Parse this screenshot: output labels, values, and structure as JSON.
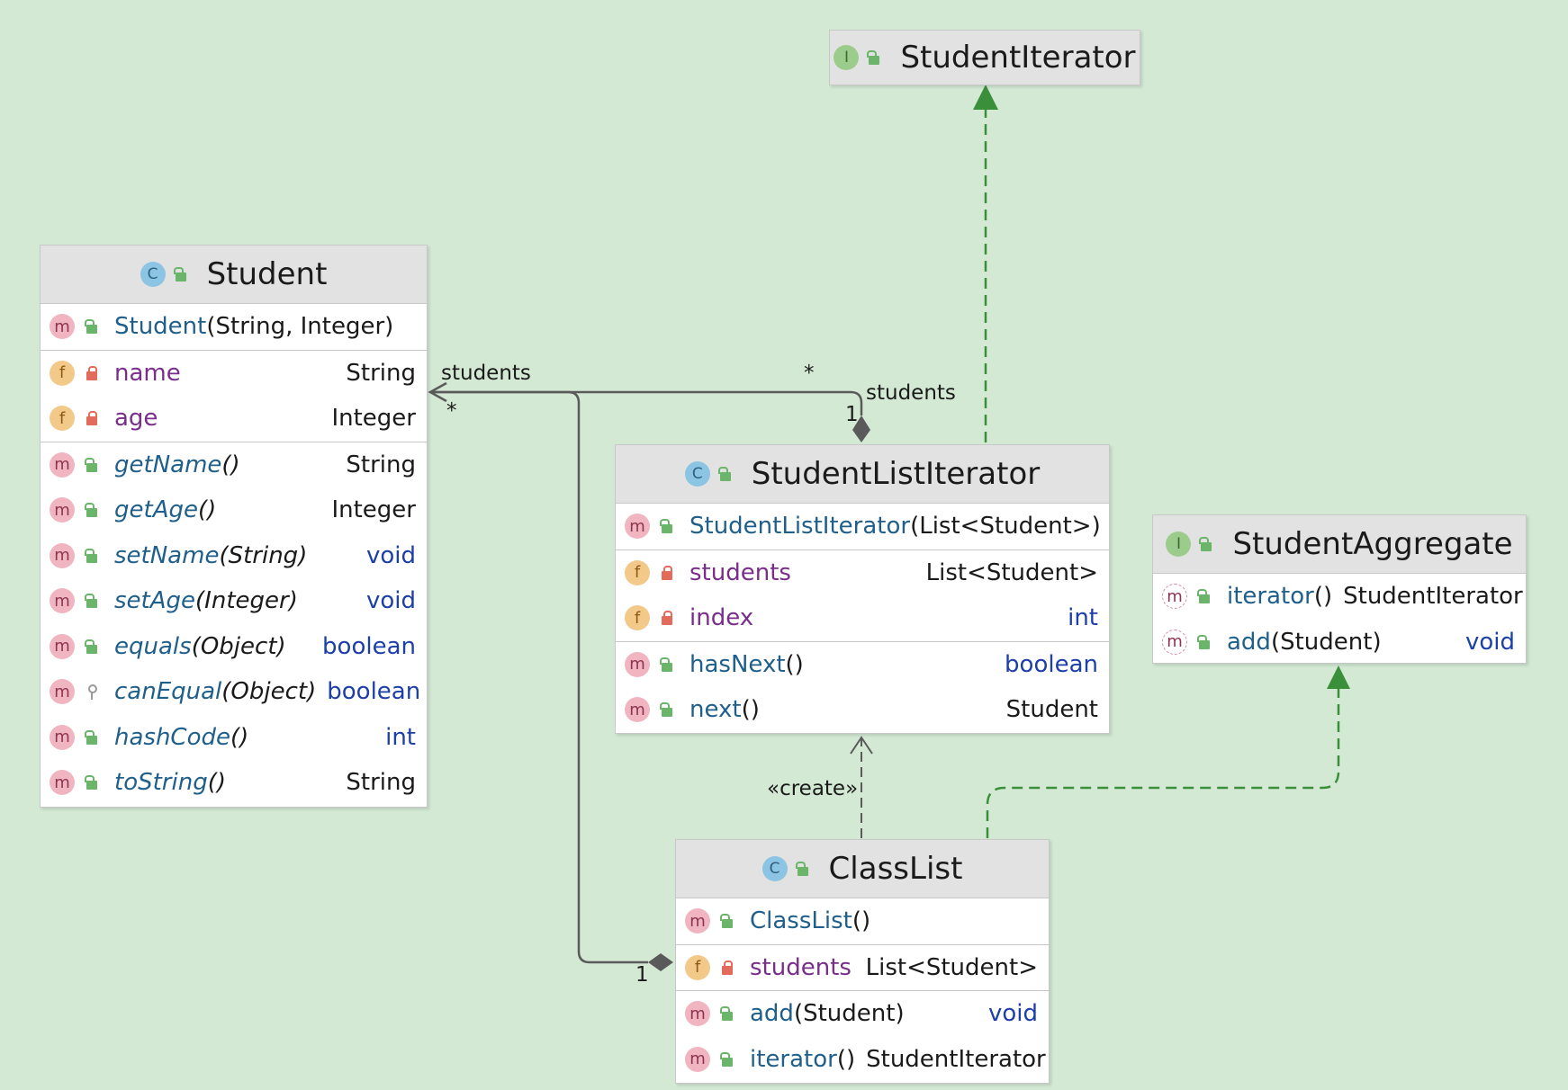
{
  "colors": {
    "background": "#d3e9d4",
    "realization": "#3a8f3a",
    "association": "#5a5a5a"
  },
  "classes": [
    {
      "name": "StudentIterator",
      "kind": "I",
      "sections": []
    },
    {
      "name": "Student",
      "kind": "C",
      "sections": [
        [
          {
            "badge": "m",
            "vis": "public",
            "name": "Student",
            "params": "(String, Integer)",
            "italic": false,
            "type": ""
          }
        ],
        [
          {
            "badge": "f",
            "vis": "private",
            "name": "name",
            "params": "",
            "italic": false,
            "type": "String"
          },
          {
            "badge": "f",
            "vis": "private",
            "name": "age",
            "params": "",
            "italic": false,
            "type": "Integer"
          }
        ],
        [
          {
            "badge": "m",
            "vis": "public",
            "name": "getName",
            "params": "()",
            "italic": true,
            "type": "String"
          },
          {
            "badge": "m",
            "vis": "public",
            "name": "getAge",
            "params": "()",
            "italic": true,
            "type": "Integer"
          },
          {
            "badge": "m",
            "vis": "public",
            "name": "setName",
            "params": "(String)",
            "italic": true,
            "type": "void",
            "kw": true
          },
          {
            "badge": "m",
            "vis": "public",
            "name": "setAge",
            "params": "(Integer)",
            "italic": true,
            "type": "void",
            "kw": true
          },
          {
            "badge": "m",
            "vis": "public",
            "name": "equals",
            "params": "(Object)",
            "italic": true,
            "type": "boolean",
            "kw": true
          },
          {
            "badge": "m",
            "vis": "protected",
            "name": "canEqual",
            "params": "(Object)",
            "italic": true,
            "type": "boolean",
            "kw": true
          },
          {
            "badge": "m",
            "vis": "public",
            "name": "hashCode",
            "params": "()",
            "italic": true,
            "type": "int",
            "kw": true
          },
          {
            "badge": "m",
            "vis": "public",
            "name": "toString",
            "params": "()",
            "italic": true,
            "type": "String"
          }
        ]
      ]
    },
    {
      "name": "StudentListIterator",
      "kind": "C",
      "sections": [
        [
          {
            "badge": "m",
            "vis": "public",
            "name": "StudentListIterator",
            "params": "(List<Student>)",
            "italic": false,
            "type": ""
          }
        ],
        [
          {
            "badge": "f",
            "vis": "private",
            "name": "students",
            "params": "",
            "italic": false,
            "type": "List<Student>"
          },
          {
            "badge": "f",
            "vis": "private",
            "name": "index",
            "params": "",
            "italic": false,
            "type": "int",
            "kw": true
          }
        ],
        [
          {
            "badge": "m",
            "vis": "public",
            "name": "hasNext",
            "params": "()",
            "italic": false,
            "type": "boolean",
            "kw": true
          },
          {
            "badge": "m",
            "vis": "public",
            "name": "next",
            "params": "()",
            "italic": false,
            "type": "Student"
          }
        ]
      ]
    },
    {
      "name": "StudentAggregate",
      "kind": "I",
      "sections": [
        [
          {
            "badge": "ma",
            "vis": "public",
            "name": "iterator",
            "params": "()",
            "italic": false,
            "type": "StudentIterator"
          },
          {
            "badge": "ma",
            "vis": "public",
            "name": "add",
            "params": "(Student)",
            "italic": false,
            "type": "void",
            "kw": true
          }
        ]
      ]
    },
    {
      "name": "ClassList",
      "kind": "C",
      "sections": [
        [
          {
            "badge": "m",
            "vis": "public",
            "name": "ClassList",
            "params": "()",
            "italic": false,
            "type": ""
          }
        ],
        [
          {
            "badge": "f",
            "vis": "private",
            "name": "students",
            "params": "",
            "italic": false,
            "type": "List<Student>"
          }
        ],
        [
          {
            "badge": "m",
            "vis": "public",
            "name": "add",
            "params": "(Student)",
            "italic": false,
            "type": "void",
            "kw": true
          },
          {
            "badge": "m",
            "vis": "public",
            "name": "iterator",
            "params": "()",
            "italic": false,
            "type": "StudentIterator"
          }
        ]
      ]
    }
  ],
  "edge_labels": {
    "students_left": "students",
    "star_left": "*",
    "star_top": "*",
    "one_top": "1",
    "students_right": "students",
    "create": "«create»",
    "one_bottom": "1"
  }
}
